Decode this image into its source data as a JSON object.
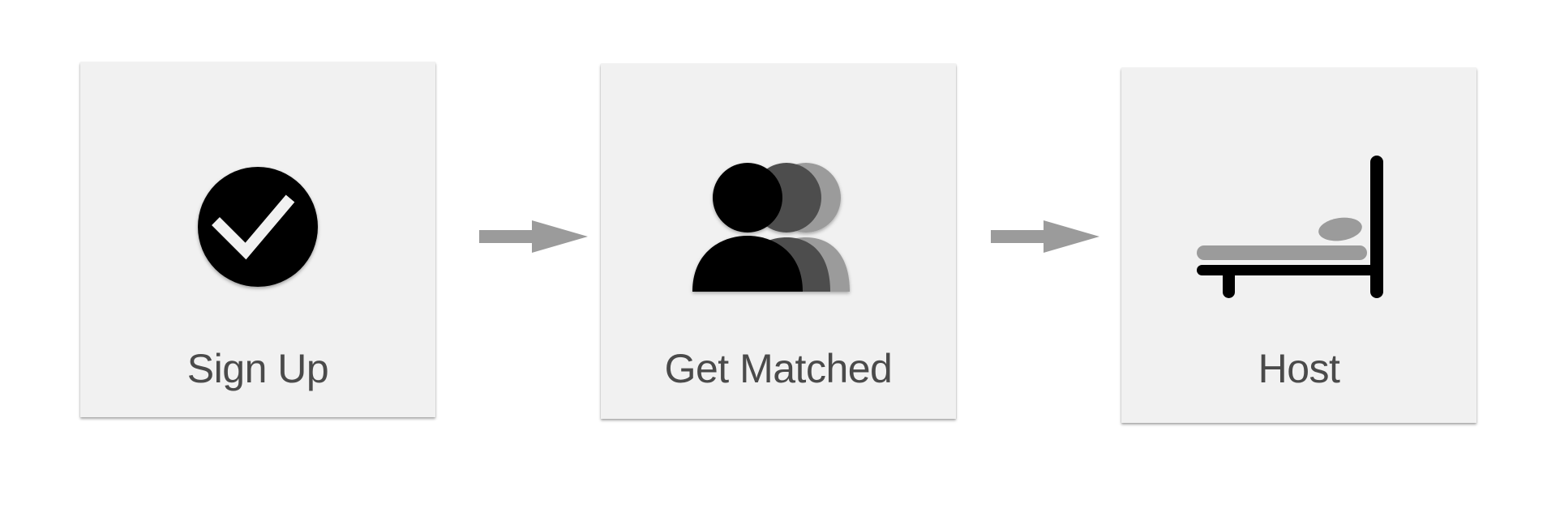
{
  "steps": [
    {
      "label": "Sign Up",
      "icon": "checkmark-circle-icon"
    },
    {
      "label": "Get Matched",
      "icon": "people-group-icon"
    },
    {
      "label": "Host",
      "icon": "bed-icon"
    }
  ],
  "colors": {
    "card_background": "#f1f1f1",
    "label_text": "#4a4a4a",
    "icon_primary": "#000000",
    "icon_secondary": "#4d4d4d",
    "icon_tertiary": "#9b9b9b",
    "arrow": "#9b9b9b"
  }
}
